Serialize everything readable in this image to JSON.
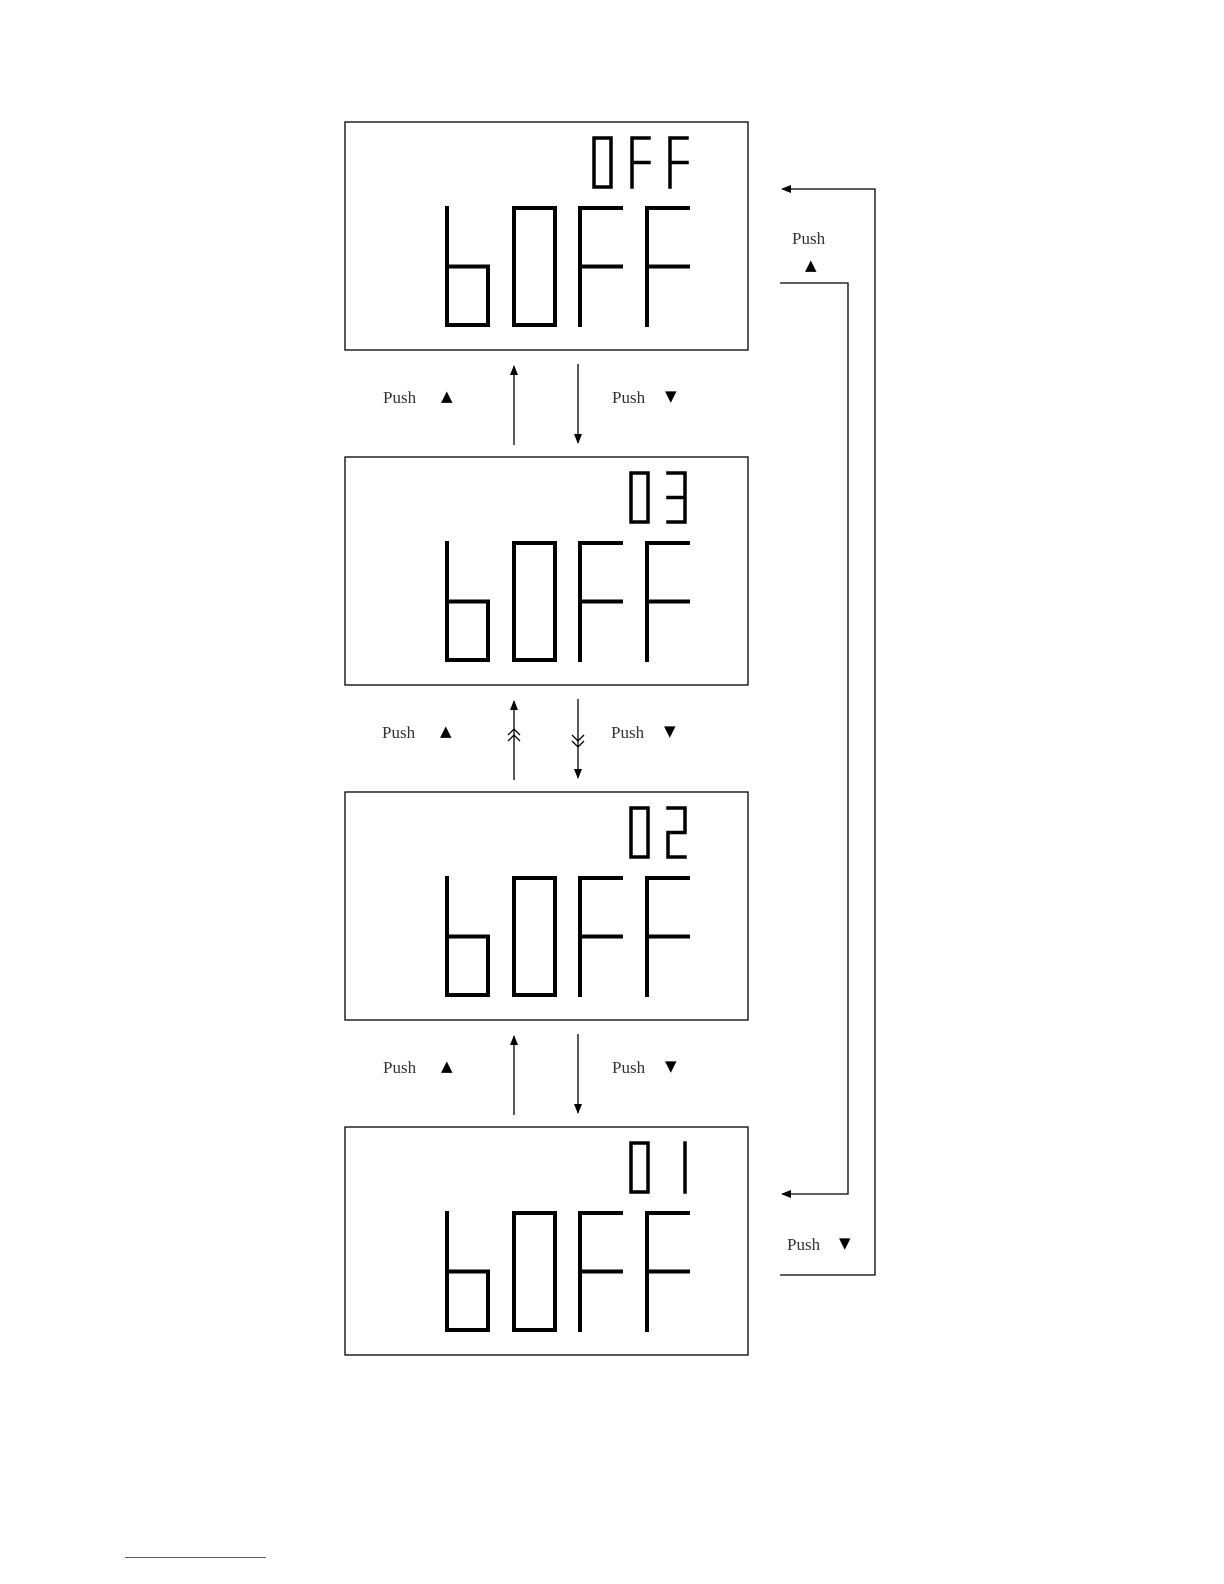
{
  "screens": [
    {
      "main": "bOFF",
      "sub": "OFF"
    },
    {
      "main": "bOFF",
      "sub": "03"
    },
    {
      "main": "bOFF",
      "sub": "02"
    },
    {
      "main": "bOFF",
      "sub": "01"
    }
  ],
  "labels": {
    "push": "Push"
  },
  "icons": {
    "up": "triangle-up-icon",
    "down": "triangle-down-icon"
  }
}
